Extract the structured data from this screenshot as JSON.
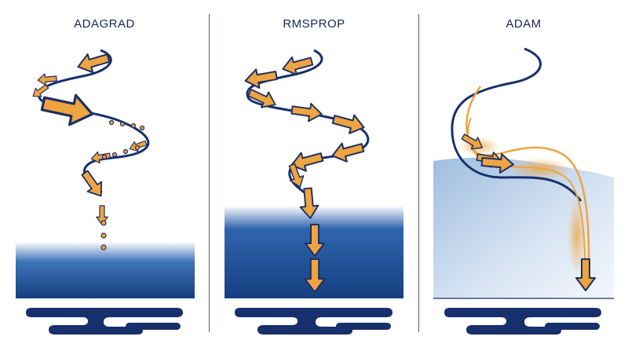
{
  "panels": [
    {
      "title": "ADAGRAD"
    },
    {
      "title": "RMSPROP"
    },
    {
      "title": "ADAM"
    }
  ],
  "colors": {
    "navy": "#17306b",
    "arrow_fill": "#eea440",
    "arrow_stroke": "#1c2f63",
    "water_deep": "#1d4a8e",
    "water_light": "#c8d8ec"
  }
}
